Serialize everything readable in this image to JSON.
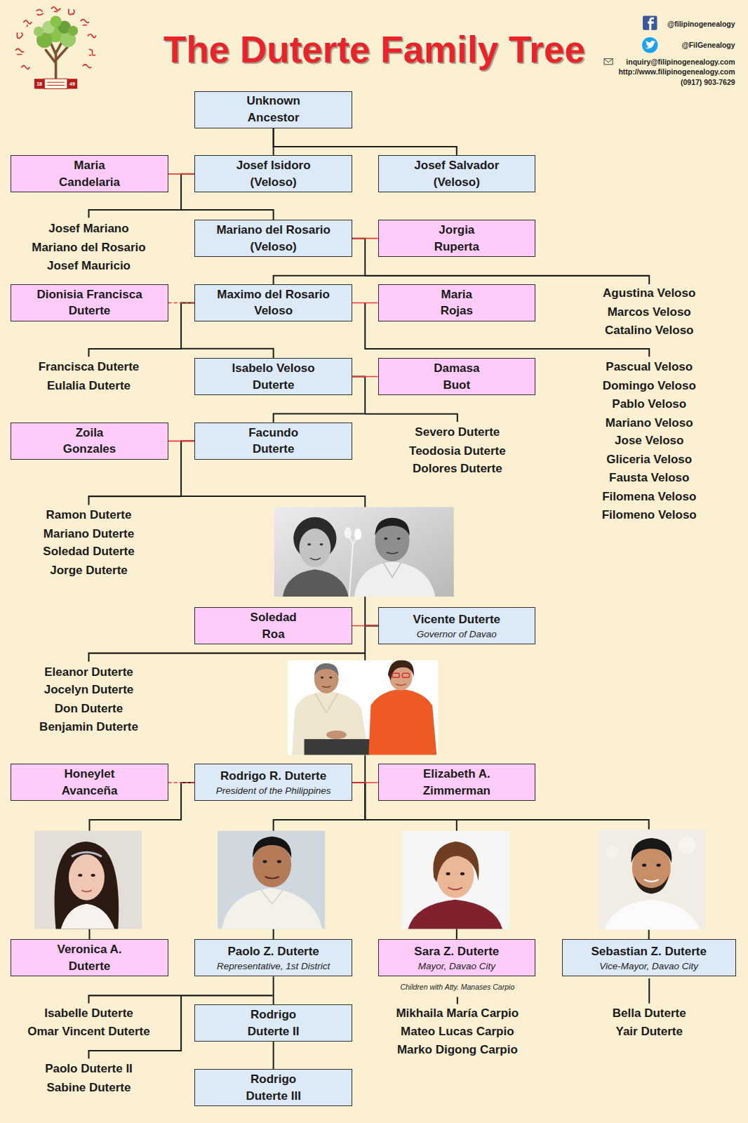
{
  "diagram": {
    "title": "The Duterte Family Tree",
    "nodes": [
      {
        "text": [
          "Unknown Ancestor"
        ]
      },
      {
        "text": [
          "Maria Candelaria"
        ]
      },
      {
        "text": [
          "Josef Isidoro (Veloso)"
        ]
      },
      {
        "text": [
          "Josef Salvador (Veloso)"
        ]
      },
      {
        "text": [
          "Mariano del Rosario (Veloso)"
        ]
      },
      {
        "text": [
          "Jorgia Ruperta"
        ]
      },
      {
        "text": [
          "Dionisia Francisca Duterte"
        ]
      },
      {
        "text": [
          "Maximo del Rosario Veloso"
        ]
      },
      {
        "text": [
          "Maria Rojas"
        ]
      },
      {
        "text": [
          "Isabelo Veloso Duterte"
        ]
      },
      {
        "text": [
          "Damasa Buot"
        ]
      },
      {
        "text": [
          "Zoila Gonzales"
        ]
      },
      {
        "text": [
          "Facundo Duterte"
        ]
      },
      {
        "text": [
          "Soledad Roa"
        ]
      },
      {
        "text": [
          "Vicente Duterte",
          "Governor of Davao"
        ]
      },
      {
        "text": [
          "Honeylet Avanceña"
        ]
      },
      {
        "text": [
          "Rodrigo R. Duterte",
          "President of the Philippines"
        ]
      },
      {
        "text": [
          "Elizabeth A. Zimmerman"
        ]
      },
      {
        "text": [
          "Veronica A. Duterte"
        ]
      },
      {
        "text": [
          "Paolo Z. Duterte",
          "Representative, 1st District"
        ]
      },
      {
        "text": [
          "Sara Z. Duterte",
          "Mayor, Davao City"
        ]
      },
      {
        "text": [
          "Sebastian Z. Duterte",
          "Vice-Mayor, Davao City"
        ]
      },
      {
        "text": [
          "Rodrigo Duterte II"
        ]
      },
      {
        "text": [
          "Rodrigo Duterte III"
        ]
      }
    ],
    "edges": [
      {
        "from": 0,
        "to": 2,
        "arrow": "none"
      },
      {
        "from": 0,
        "to": 3,
        "arrow": "none"
      },
      {
        "from": 1,
        "to": 2,
        "arrow": "none"
      },
      {
        "from": 2,
        "to": 4,
        "arrow": "none"
      },
      {
        "from": 5,
        "to": 4,
        "arrow": "none"
      },
      {
        "from": 4,
        "to": 7,
        "arrow": "none"
      },
      {
        "from": 6,
        "to": 7,
        "arrow": "none"
      },
      {
        "from": 8,
        "to": 7,
        "arrow": "none"
      },
      {
        "from": 7,
        "to": 9,
        "arrow": "none"
      },
      {
        "from": 10,
        "to": 9,
        "arrow": "none"
      },
      {
        "from": 9,
        "to": 12,
        "arrow": "none"
      },
      {
        "from": 11,
        "to": 12,
        "arrow": "none"
      },
      {
        "from": 12,
        "to": 14,
        "arrow": "none"
      },
      {
        "from": 13,
        "to": 14,
        "arrow": "none"
      },
      {
        "from": 14,
        "to": 16,
        "arrow": "none"
      },
      {
        "from": 15,
        "to": 16,
        "arrow": "none"
      },
      {
        "from": 17,
        "to": 16,
        "arrow": "none"
      },
      {
        "from": 16,
        "to": 18,
        "arrow": "none"
      },
      {
        "from": 16,
        "to": 19,
        "arrow": "none"
      },
      {
        "from": 16,
        "to": 20,
        "arrow": "none"
      },
      {
        "from": 16,
        "to": 21,
        "arrow": "none"
      },
      {
        "from": 19,
        "to": 22,
        "arrow": "none"
      },
      {
        "from": 22,
        "to": 23,
        "arrow": "none"
      }
    ],
    "labels": [
      "@filipinogenealogy",
      "@FilGenealogy",
      "inquiry@filipinogenealogy.com",
      "http://www.filipinogenealogy.com",
      "(0917) 903-7629",
      "18",
      "49",
      "Josef Mariano",
      "Mariano del Rosario",
      "Josef Mauricio",
      "Agustina Veloso",
      "Marcos Veloso",
      "Catalino Veloso",
      "Francisca Duterte",
      "Eulalia Duterte",
      "Pascual Veloso",
      "Domingo Veloso",
      "Pablo Veloso",
      "Mariano Veloso",
      "Jose Veloso",
      "Gliceria Veloso",
      "Fausta Veloso",
      "Filomena Veloso",
      "Filomeno Veloso",
      "Severo Duterte",
      "Teodosia Duterte",
      "Dolores Duterte",
      "Ramon Duterte",
      "Mariano Duterte",
      "Soledad Duterte",
      "Jorge Duterte",
      "Eleanor Duterte",
      "Jocelyn Duterte",
      "Don Duterte",
      "Benjamin Duterte",
      "Children with Atty. Manases Carpio",
      "Isabelle Duterte",
      "Omar Vincent Duterte",
      "Paolo Duterte II",
      "Sabine Duterte",
      "Mikhaila María Carpio",
      "Mateo Lucas Carpio",
      "Marko Digong Carpio",
      "Bella Duterte",
      "Yair Duterte"
    ]
  }
}
